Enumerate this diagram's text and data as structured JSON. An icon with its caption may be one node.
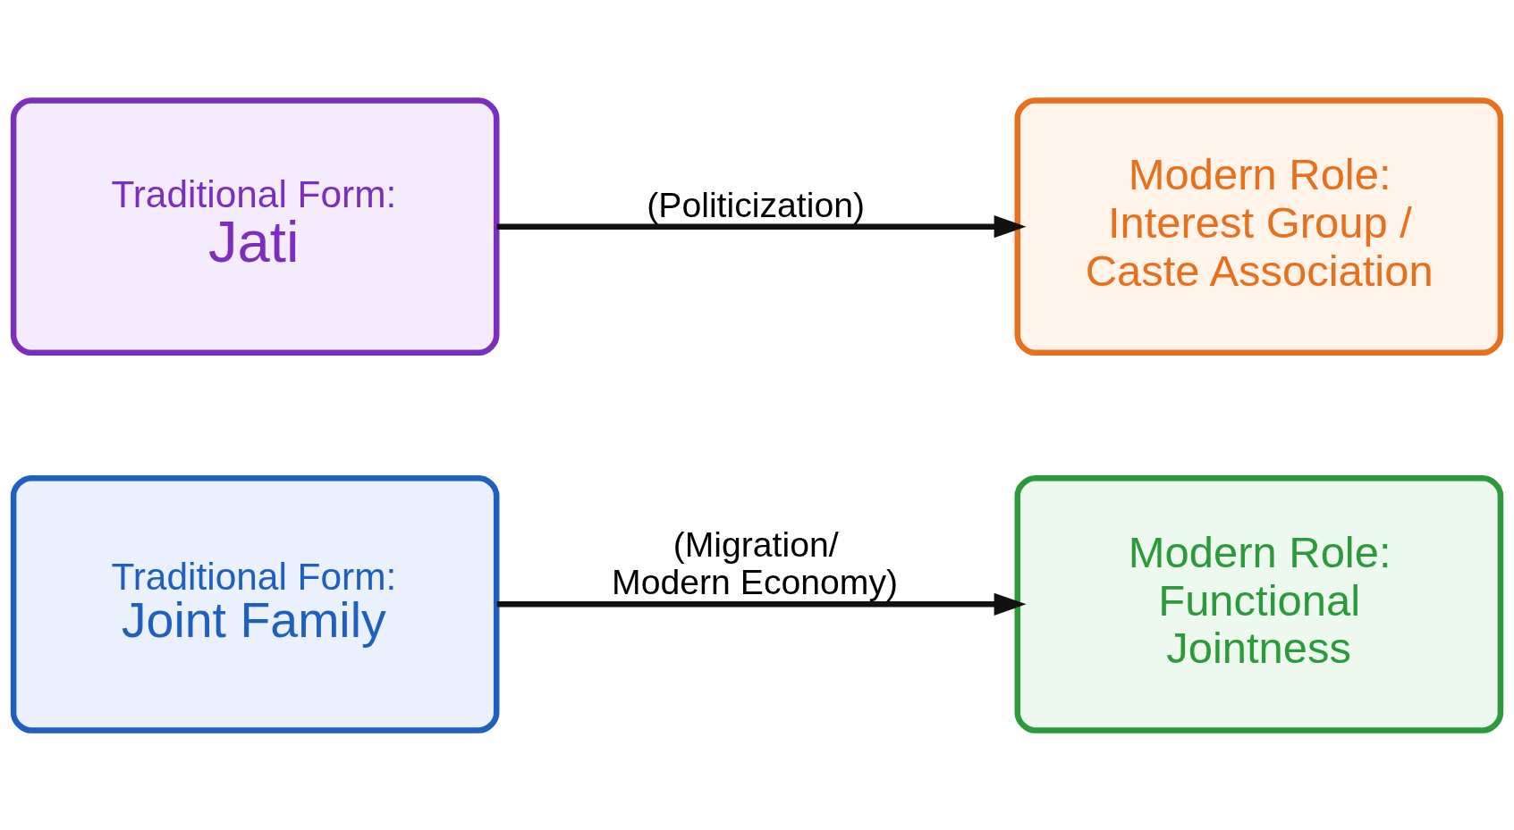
{
  "diagram": {
    "nodes": [
      {
        "text": [
          "Traditional Form:",
          "Jati"
        ]
      },
      {
        "text": [
          "Modern Role:",
          "Interest Group / Caste Association"
        ]
      },
      {
        "text": [
          "Traditional Form:",
          "Joint Family"
        ]
      },
      {
        "text": [
          "Modern Role:",
          "Functional Jointness"
        ]
      }
    ],
    "edges": [
      {
        "from": 0,
        "to": 1,
        "arrow": "to",
        "label": "(Politicization)"
      },
      {
        "from": 2,
        "to": 3,
        "arrow": "to",
        "label": "(Migration/ Modern Economy)"
      }
    ]
  }
}
